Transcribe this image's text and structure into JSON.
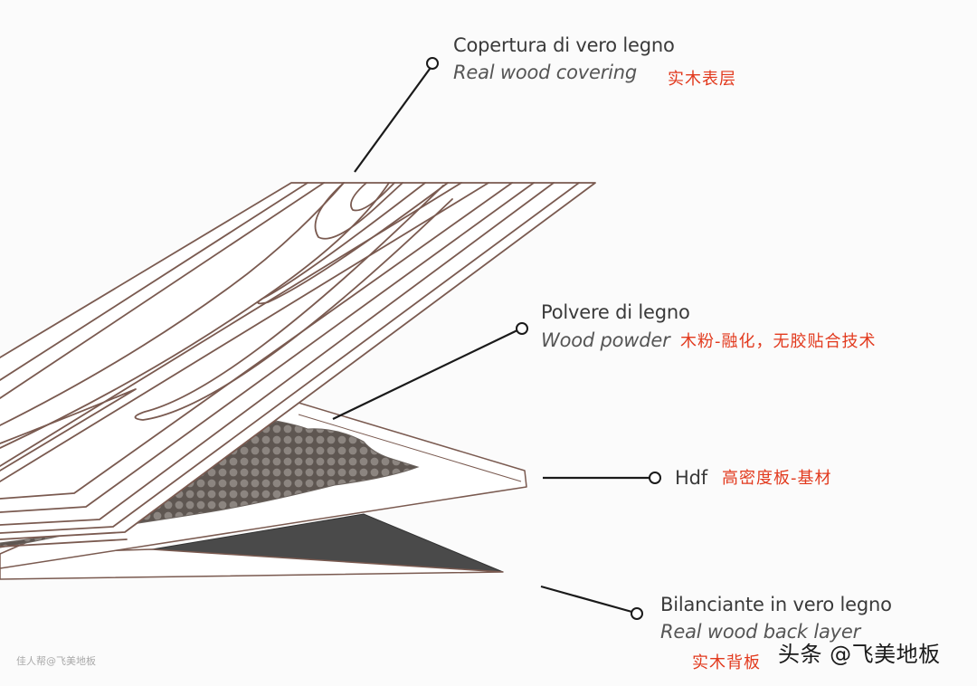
{
  "diagram": {
    "labels": {
      "covering": {
        "it": "Copertura di vero legno",
        "en": "Real wood covering",
        "cn": "实木表层"
      },
      "powder": {
        "it": "Polvere di legno",
        "en": "Wood powder",
        "cn": "木粉-融化，无胶贴合技术"
      },
      "hdf": {
        "it": "Hdf",
        "cn": "高密度板-基材"
      },
      "back": {
        "it": "Bilanciante in vero legno",
        "en": "Real wood back layer",
        "cn": "实木背板"
      }
    },
    "colors": {
      "wood_line": "#7a5a50",
      "leader_line": "#1a1a1a",
      "powder_fill": "#6b635e",
      "back_layer_fill": "#4a4a4a",
      "chinese_label": "#e23a1e"
    }
  },
  "watermarks": {
    "left": "佳人帮@飞美地板",
    "right": "头条 @飞美地板"
  }
}
